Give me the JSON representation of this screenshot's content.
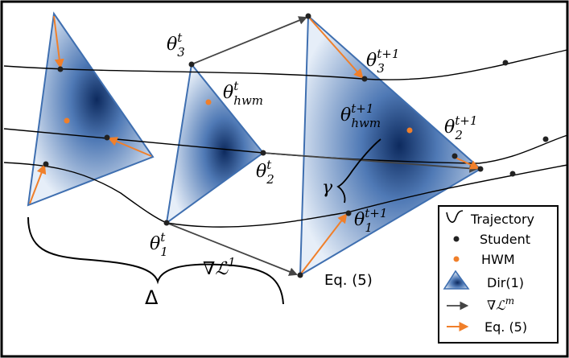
{
  "labels": {
    "theta3_t": {
      "sym": "θ",
      "sub": "3",
      "sup": "t"
    },
    "theta_hwm_t": {
      "sym": "θ",
      "sub": "hwm",
      "sup": "t"
    },
    "theta2_t": {
      "sym": "θ",
      "sub": "2",
      "sup": "t"
    },
    "theta1_t": {
      "sym": "θ",
      "sub": "1",
      "sup": "t"
    },
    "theta3_t1": {
      "sym": "θ",
      "sub": "3",
      "sup": "t+1"
    },
    "theta_hwm_t1": {
      "sym": "θ",
      "sub": "hwm",
      "sup": "t+1"
    },
    "theta2_t1": {
      "sym": "θ",
      "sub": "2",
      "sup": "t+1"
    },
    "theta1_t1": {
      "sym": "θ",
      "sub": "1",
      "sup": "t+1"
    },
    "gamma": "γ",
    "delta": "Δ",
    "grad_L1": {
      "sym": "∇ℒ",
      "sup": "1"
    },
    "eq5": "Eq. (5)"
  },
  "legend": {
    "trajectory": "Trajectory",
    "student": "Student",
    "hwm": "HWM",
    "dir": "Dir(1)",
    "grad": {
      "sym": "∇ℒ",
      "sup": "m"
    },
    "eq5": "Eq. (5)"
  },
  "colors": {
    "orange": "#f07f2a",
    "dark_arrow": "#555555",
    "tri_edge": "#3f6fb0",
    "tri_dark": "#0d2a5e",
    "tri_light": "#e6eef8"
  }
}
